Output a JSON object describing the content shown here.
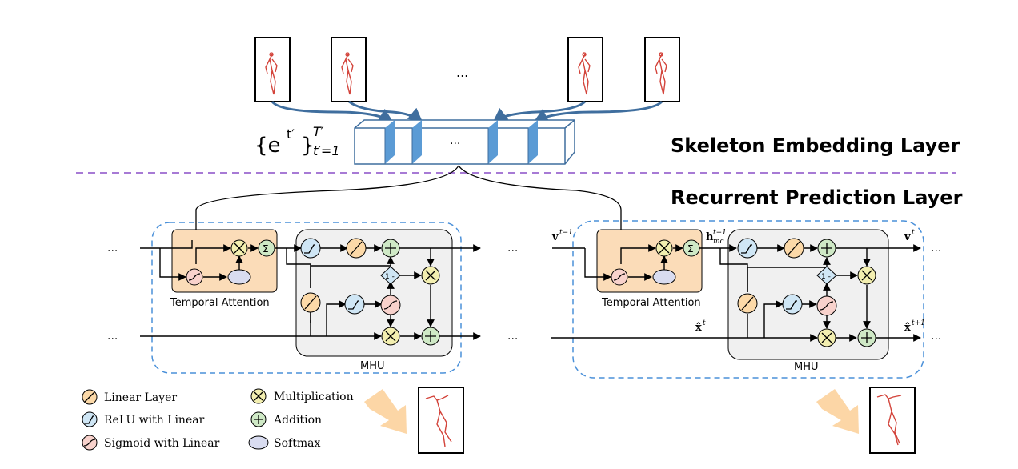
{
  "labels": {
    "embedding_layer": "Skeleton Embedding Layer",
    "prediction_layer": "Recurrent Prediction Layer",
    "embedding_set": "{e",
    "embedding_sup": "t′",
    "embedding_close": "}",
    "embedding_sub": "t′=1",
    "embedding_supT": "T′",
    "ellipsis": "...",
    "temporal_attention_left": "Temporal Attention",
    "temporal_attention_right": "Temporal Attention",
    "mhu_left": "MHU",
    "mhu_right": "MHU",
    "one_minus": "1 -",
    "v_prev": "v",
    "v_prev_sup": "t−1",
    "h_mc": "h",
    "h_mc_sub": "mc",
    "h_mc_sup": "t−1",
    "v_t": "v",
    "v_t_sup": "t",
    "x_t": "x̂",
    "x_t_sup": "t",
    "x_next": "x̂",
    "x_next_sup": "t+1"
  },
  "legend": [
    {
      "icon": "linear-icon",
      "label": "Linear Layer"
    },
    {
      "icon": "relu-linear-icon",
      "label": "ReLU with Linear"
    },
    {
      "icon": "sigmoid-linear-icon",
      "label": "Sigmoid with Linear"
    },
    {
      "icon": "multiplication-icon",
      "label": "Multiplication"
    },
    {
      "icon": "addition-icon",
      "label": "Addition"
    },
    {
      "icon": "softmax-icon",
      "label": "Softmax"
    }
  ],
  "colors": {
    "attention_fill": "#fbdcb8",
    "mhu_fill": "#f0f0f0",
    "linear_fill": "#fcd9a8",
    "relu_fill": "#cfe6f5",
    "sigmoid_fill": "#f8d2cc",
    "mult_fill": "#f3efb0",
    "add_fill": "#cfe9c6",
    "softmax_fill": "#d9dcf0",
    "arrow_blue": "#3f6e9e",
    "dashed_blue": "#4a90d9",
    "dashed_purple": "#8a4fc7",
    "skeleton_red": "#d3433a",
    "orange_arrow": "#fbcf96"
  }
}
